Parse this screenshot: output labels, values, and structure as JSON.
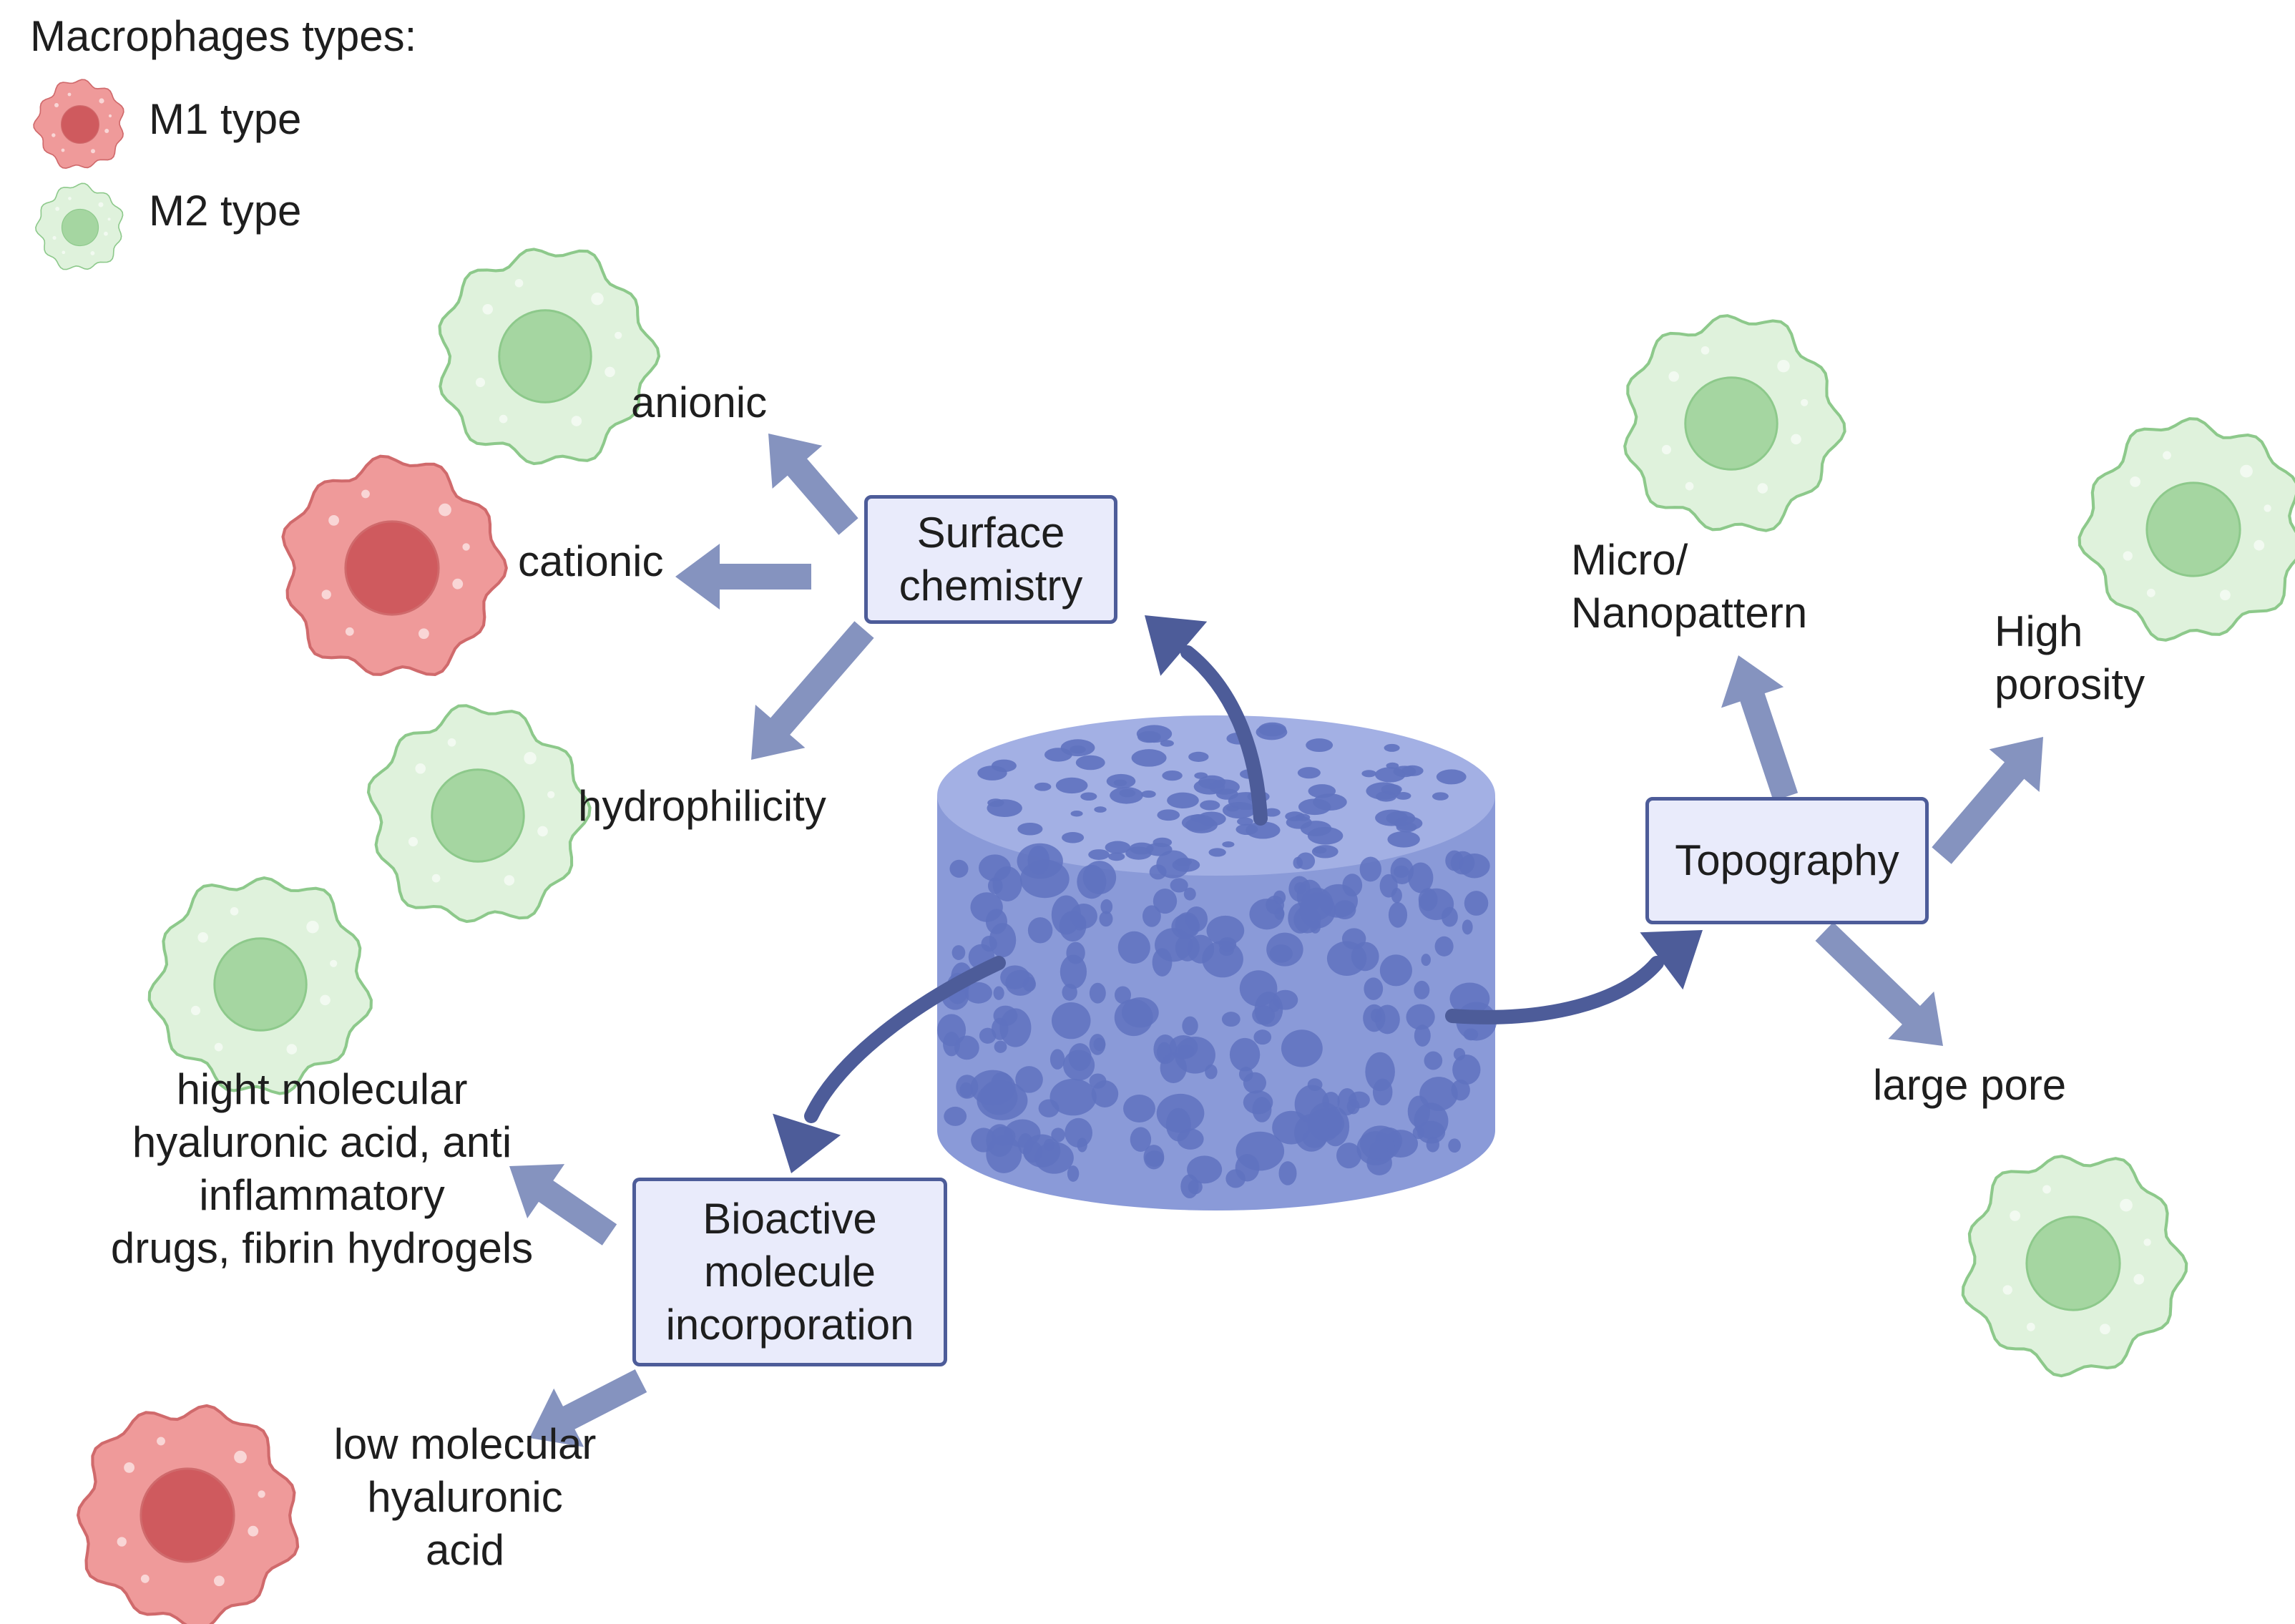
{
  "legend": {
    "title": "Macrophages types:",
    "items": [
      {
        "label": "M1 type",
        "color": "#e8797b"
      },
      {
        "label": "M2  type",
        "color": "#a7d7a4"
      }
    ]
  },
  "boxes": {
    "surface_chemistry": "Surface\nchemistry",
    "topography": "Topography",
    "bioactive": "Bioactive\nmolecule\nincorporation"
  },
  "labels": {
    "anionic": "anionic",
    "cationic": "cationic",
    "hydrophilicity": "hydrophilicity",
    "micro_nanopattern": "Micro/\nNanopattern",
    "high_porosity": "High\nporosity",
    "large_pore": "large pore",
    "high_mw_ha": "hight molecular\nhyaluronic acid, anti\ninflammatory\ndrugs, fibrin hydrogels",
    "low_mw_ha": "low molecular\nhyaluronic\nacid"
  },
  "colors": {
    "m1_body": "#ef9a9a",
    "m1_edge": "#d06a6c",
    "m1_nucleus": "#cf5a5e",
    "m2_body": "#dff2dc",
    "m2_edge": "#8dc98b",
    "m2_nucleus": "#a5d6a1",
    "scaffold": "#8a9ad8",
    "scaffold_dark": "#5f72bf",
    "main_arrow": "#4d5c99",
    "branch_arrow": "#8593bf",
    "box_fill": "#e9ebfb"
  }
}
